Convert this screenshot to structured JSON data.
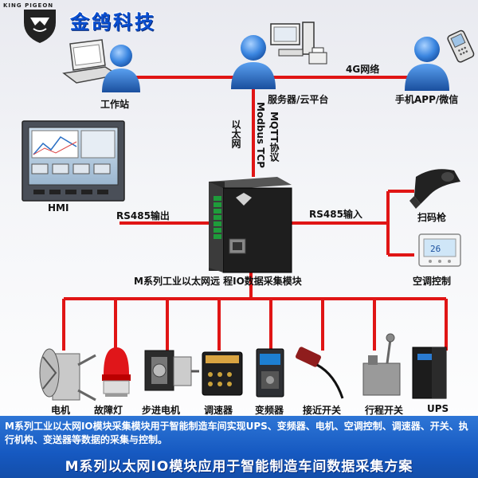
{
  "brand": {
    "logo_text": "KING PIGEON",
    "name_cn": "金鸽科技"
  },
  "nodes": {
    "workstation": "工作站",
    "server": "服务器/云平台",
    "mobile": "手机APP/微信",
    "hmi": "HMI",
    "scanner": "扫码枪",
    "aircon": "空调控制",
    "module": "M系列工业以太网远 程IO数据采集模块"
  },
  "links": {
    "network_4g": "4G网络",
    "ethernet": "以太网",
    "modbus": "Modbus TCP",
    "mqtt": "MQTT协议",
    "rs485_out": "RS485输出",
    "rs485_in": "RS485输入"
  },
  "devices": [
    {
      "label": "电机"
    },
    {
      "label": "故障灯"
    },
    {
      "label": "步进电机"
    },
    {
      "label": "调速器"
    },
    {
      "label": "变频器"
    },
    {
      "label": "接近开关"
    },
    {
      "label": "行程开关"
    },
    {
      "label": "UPS"
    }
  ],
  "footer": {
    "description": "M系列工业以太网IO模块采集模块用于智能制造车间实现UPS、变频器、电机、空调控制、调速器、开关、执行机构、变送器等数据的采集与控制。",
    "title": "M系列以太网IO模块应用于智能制造车间数据采集方案"
  },
  "colors": {
    "link_line": "#e01515",
    "footer_band": "#1659c1",
    "brand_blue": "#0a4fd0",
    "person_blue": "#2f78d8"
  }
}
